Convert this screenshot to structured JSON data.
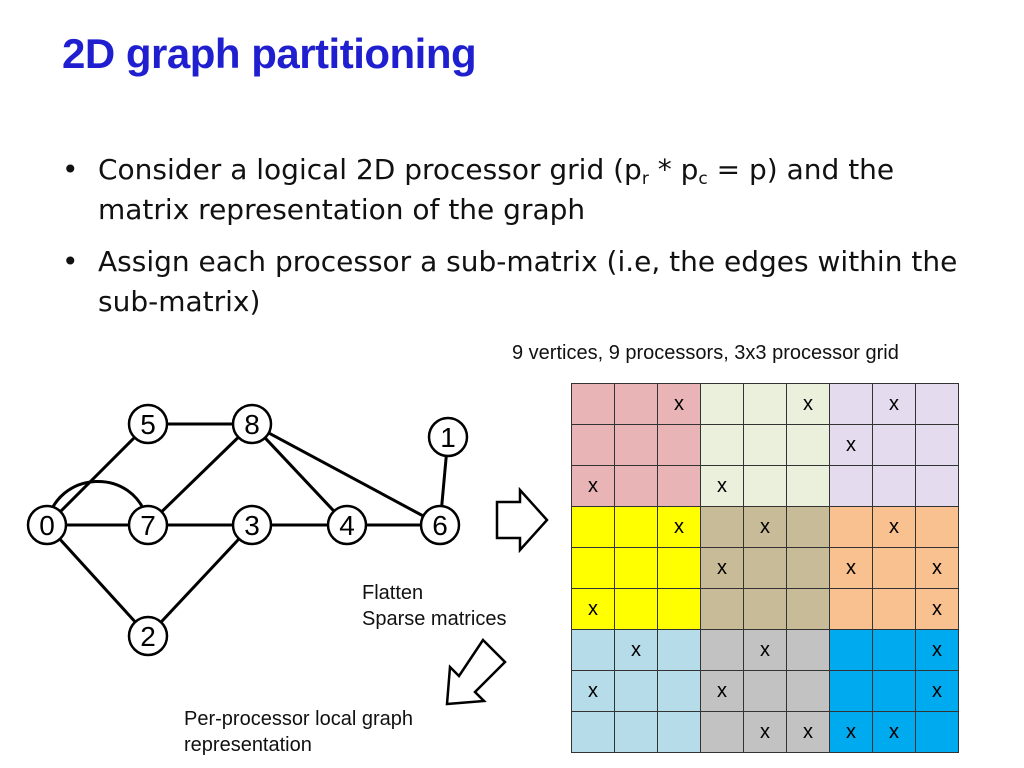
{
  "slide": {
    "title": "2D graph partitioning",
    "bullets": [
      {
        "text_1": "Consider a logical 2D processor grid (p",
        "sub_1": "r",
        "text_2": " * p",
        "sub_2": "c",
        "text_3": " = p) and the matrix representation of the graph"
      },
      {
        "text": "Assign each processor a sub-matrix (i.e, the edges within the sub-matrix)"
      }
    ],
    "grid_caption": "9 vertices, 9 processors, 3x3 processor grid",
    "flatten_caption": [
      "Flatten",
      "Sparse matrices"
    ],
    "local_caption": [
      "Per-processor local graph",
      "representation"
    ]
  },
  "graph": {
    "nodes": [
      {
        "id": "0",
        "label": "0"
      },
      {
        "id": "1",
        "label": "1"
      },
      {
        "id": "2",
        "label": "2"
      },
      {
        "id": "3",
        "label": "3"
      },
      {
        "id": "4",
        "label": "4"
      },
      {
        "id": "5",
        "label": "5"
      },
      {
        "id": "6",
        "label": "6"
      },
      {
        "id": "7",
        "label": "7"
      },
      {
        "id": "8",
        "label": "8"
      }
    ],
    "edges": [
      [
        "0",
        "5"
      ],
      [
        "0",
        "7"
      ],
      [
        "0",
        "2"
      ],
      [
        "5",
        "8"
      ],
      [
        "8",
        "7"
      ],
      [
        "8",
        "4"
      ],
      [
        "8",
        "6"
      ],
      [
        "7",
        "3"
      ],
      [
        "3",
        "4"
      ],
      [
        "4",
        "6"
      ],
      [
        "3",
        "2"
      ],
      [
        "1",
        "6"
      ]
    ]
  },
  "matrix": {
    "mark": "x",
    "block_colors": [
      [
        "#e8b4b6",
        "#eaf0dc",
        "#e4dcee"
      ],
      [
        "#ffff00",
        "#c7bc97",
        "#f9c090"
      ],
      [
        "#b5dce8",
        "#c2c2c2",
        "#00aaee"
      ]
    ],
    "rows": [
      [
        "",
        "",
        "x",
        "",
        "",
        "x",
        "",
        "x",
        ""
      ],
      [
        "",
        "",
        "",
        "",
        "",
        "",
        "x",
        "",
        ""
      ],
      [
        "x",
        "",
        "",
        "x",
        "",
        "",
        "",
        "",
        ""
      ],
      [
        "",
        "",
        "x",
        "",
        "x",
        "",
        "",
        "x",
        ""
      ],
      [
        "",
        "",
        "",
        "x",
        "",
        "",
        "x",
        "",
        "x"
      ],
      [
        "x",
        "",
        "",
        "",
        "",
        "",
        "",
        "",
        "x"
      ],
      [
        "",
        "x",
        "",
        "",
        "x",
        "",
        "",
        "",
        "x"
      ],
      [
        "x",
        "",
        "",
        "x",
        "",
        "",
        "",
        "",
        "x"
      ],
      [
        "",
        "",
        "",
        "",
        "x",
        "x",
        "x",
        "x",
        ""
      ]
    ]
  }
}
